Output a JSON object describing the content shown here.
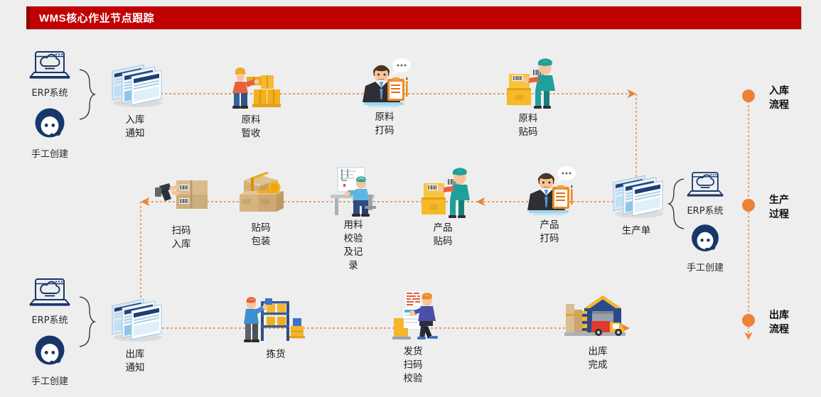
{
  "header": {
    "title": "WMS核心作业节点跟踪",
    "bar_color": "#C00000",
    "text_color": "#FFFFFF"
  },
  "theme": {
    "background": "#EEEEEE",
    "flow_line": "#E8833A",
    "accent_dot": "#ED8136",
    "icon_navy": "#17376B",
    "label_text": "#1B1B1B"
  },
  "sources": [
    {
      "id": "source-inbound",
      "items": [
        {
          "icon": "erp-laptop-cloud-icon",
          "label": "ERP系统"
        },
        {
          "icon": "manual-headset-person-icon",
          "label": "手工创建"
        }
      ],
      "brace": "right"
    },
    {
      "id": "source-production",
      "items": [
        {
          "icon": "erp-laptop-cloud-icon",
          "label": "ERP系统"
        },
        {
          "icon": "manual-headset-person-icon",
          "label": "手工创建"
        }
      ],
      "brace": "left"
    },
    {
      "id": "source-outbound",
      "items": [
        {
          "icon": "erp-laptop-cloud-icon",
          "label": "ERP系统"
        },
        {
          "icon": "manual-headset-person-icon",
          "label": "手工创建"
        }
      ],
      "brace": "right"
    }
  ],
  "rows": [
    {
      "id": "row-inbound",
      "direction": "left-to-right",
      "nodes": [
        {
          "icon": "document-stack-icon",
          "lines": [
            "入库",
            "通知"
          ]
        },
        {
          "icon": "worker-stacking-boxes-icon",
          "lines": [
            "原料",
            "暂收"
          ]
        },
        {
          "icon": "businessman-clipboard-icon",
          "lines": [
            "原料",
            "打码"
          ]
        },
        {
          "icon": "worker-barcode-label-icon",
          "lines": [
            "原料",
            "贴码"
          ]
        }
      ]
    },
    {
      "id": "row-production",
      "direction": "right-to-left",
      "nodes": [
        {
          "icon": "handheld-scanner-boxes-icon",
          "lines": [
            "扫码",
            "入库"
          ]
        },
        {
          "icon": "sealed-cartons-icon",
          "lines": [
            "贴码",
            "包装"
          ]
        },
        {
          "icon": "worker-inspection-desk-icon",
          "lines": [
            "用料",
            "校验",
            "及记",
            "录"
          ]
        },
        {
          "icon": "worker-barcode-label-icon",
          "lines": [
            "产品",
            "贴码"
          ]
        },
        {
          "icon": "businessman-clipboard-icon",
          "lines": [
            "产品",
            "打码"
          ]
        },
        {
          "icon": "document-stack-icon",
          "lines": [
            "生产单"
          ]
        }
      ]
    },
    {
      "id": "row-outbound",
      "direction": "left-to-right",
      "nodes": [
        {
          "icon": "document-stack-icon",
          "lines": [
            "出库",
            "通知"
          ]
        },
        {
          "icon": "picker-shelf-icon",
          "lines": [
            "拣货"
          ]
        },
        {
          "icon": "shipping-scan-worker-icon",
          "lines": [
            "发货",
            "扫码",
            "校验"
          ]
        },
        {
          "icon": "warehouse-truck-icon",
          "lines": [
            "出库",
            "完成"
          ]
        }
      ]
    }
  ],
  "timeline": {
    "markers": [
      {
        "id": "marker-inbound",
        "lines": [
          "入库",
          "流程"
        ]
      },
      {
        "id": "marker-production",
        "lines": [
          "生产",
          "过程"
        ]
      },
      {
        "id": "marker-outbound",
        "lines": [
          "出库",
          "流程"
        ]
      }
    ],
    "end_arrow": "down"
  }
}
